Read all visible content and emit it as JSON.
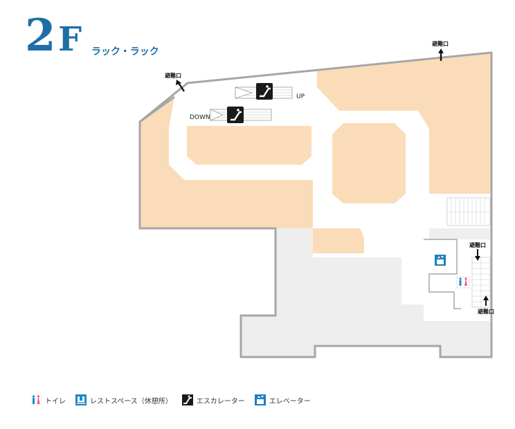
{
  "floor": {
    "number": "2",
    "letter": "F",
    "store_name": "ラック・ラック"
  },
  "map_labels": {
    "emergency_exit": "避難口",
    "escalator_up": "UP",
    "escalator_down": "DOWN"
  },
  "legend": [
    {
      "icon": "toilet-icon",
      "label": "トイレ"
    },
    {
      "icon": "rest-space-icon",
      "label": "レストスペース（休憩所）"
    },
    {
      "icon": "escalator-icon",
      "label": "エスカレーター"
    },
    {
      "icon": "elevator-icon",
      "label": "エレベーター"
    }
  ],
  "colors": {
    "floor_text": "#1f6fa6",
    "tenant_area": "#fbdcb8",
    "common_area": "#eeeeee",
    "walkway": "#ffffff",
    "outline": "#a6a6a6",
    "toilet_blue": "#1e88c8",
    "toilet_pink": "#e85a8a",
    "rest_blue": "#1e88c8",
    "elevator_blue": "#1e7fbf",
    "escalator_bg": "#1a1a1a"
  }
}
